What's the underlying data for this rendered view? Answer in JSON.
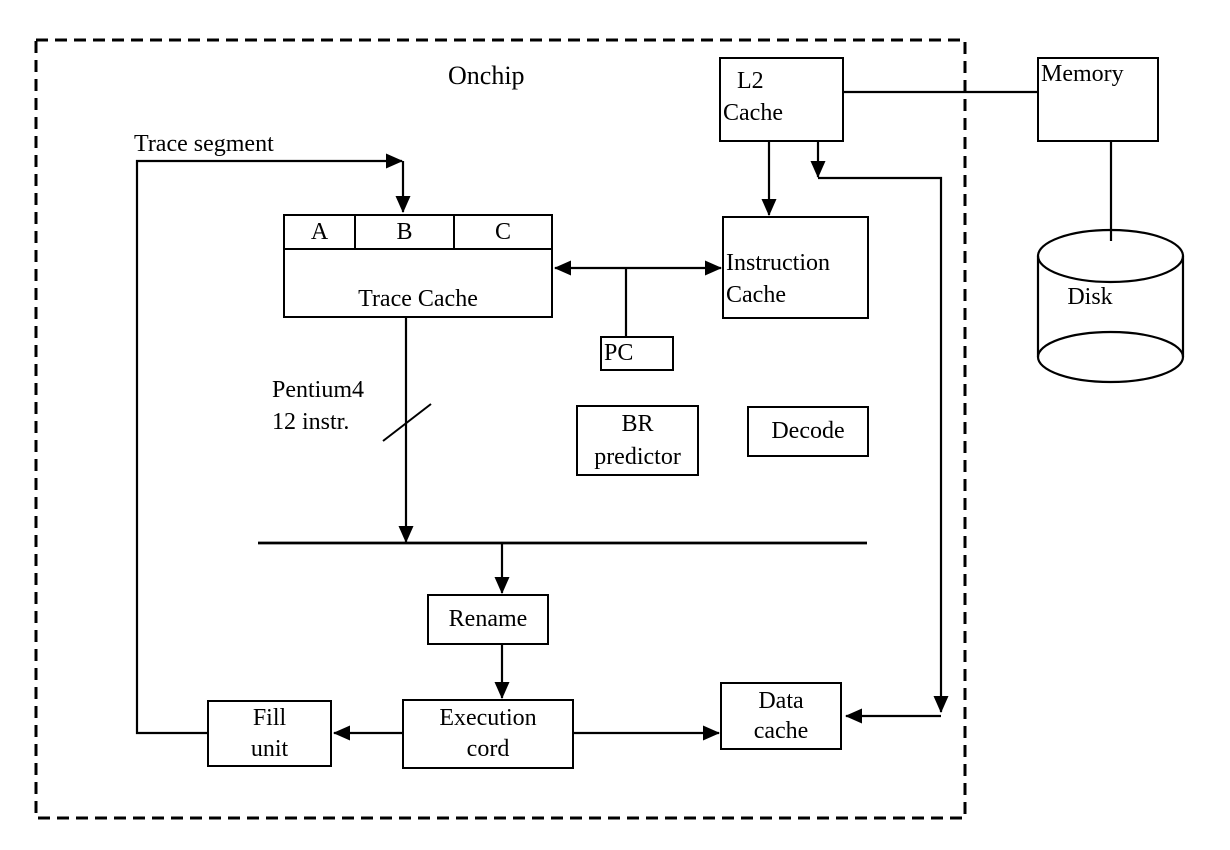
{
  "labels": {
    "onchip": "Onchip",
    "trace_segment": "Trace segment",
    "bus_width_line1": "Pentium4",
    "bus_width_line2": "12 instr.",
    "disk": "Disk"
  },
  "boxes": {
    "l2_cache": {
      "lines": [
        "L2",
        "Cache"
      ]
    },
    "memory": {
      "label": "Memory"
    },
    "trace_cache": {
      "label": "Trace Cache",
      "cells": [
        "A",
        "B",
        "C"
      ]
    },
    "instruction_cache": {
      "lines": [
        "Instruction",
        "Cache"
      ]
    },
    "pc": {
      "label": "PC"
    },
    "br_predictor": {
      "lines": [
        "BR",
        "predictor"
      ]
    },
    "decode": {
      "label": "Decode"
    },
    "rename": {
      "label": "Rename"
    },
    "execution_cord": {
      "lines": [
        "Execution",
        "cord"
      ]
    },
    "fill_unit": {
      "lines": [
        "Fill",
        "unit"
      ]
    },
    "data_cache": {
      "lines": [
        "Data",
        "cache"
      ]
    }
  },
  "colors": {
    "stroke": "#000000",
    "background": "#ffffff"
  }
}
